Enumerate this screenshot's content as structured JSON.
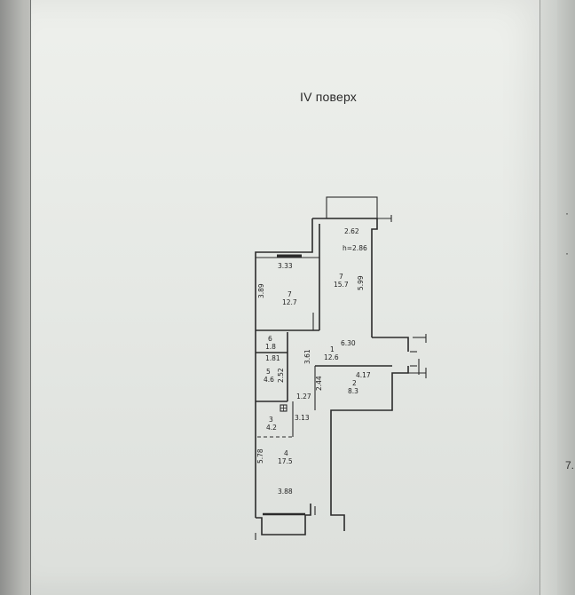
{
  "heading": "IV поверх",
  "edge_mark": "7.",
  "plan": {
    "rooms": [
      {
        "number": "7",
        "area": "15.7"
      },
      {
        "number": "7",
        "area": "12.7"
      },
      {
        "number": "6",
        "area": "1.8"
      },
      {
        "number": "1",
        "area": "12.6"
      },
      {
        "number": "5",
        "area": "4.6"
      },
      {
        "number": "2",
        "area": "8.3"
      },
      {
        "number": "3",
        "area": "4.2"
      },
      {
        "number": "4",
        "area": "17.5"
      }
    ],
    "dimensions": {
      "d_2_62": "2.62",
      "ceiling_height": "h=2.86",
      "d_3_33": "3.33",
      "d_5_99": "5.99",
      "d_3_89": "3.89",
      "d_6_30": "6.30",
      "d_1_81": "1.81",
      "d_3_61": "3.61",
      "d_4_17": "4.17",
      "d_2_52": "2.52",
      "d_2_44": "2.44",
      "d_1_27": "1.27",
      "d_3_13": "3.13",
      "d_5_78": "5.78",
      "d_3_88": "3.88"
    }
  },
  "colors": {
    "line": "#2b2b2b",
    "paper": "#e9ece8"
  }
}
